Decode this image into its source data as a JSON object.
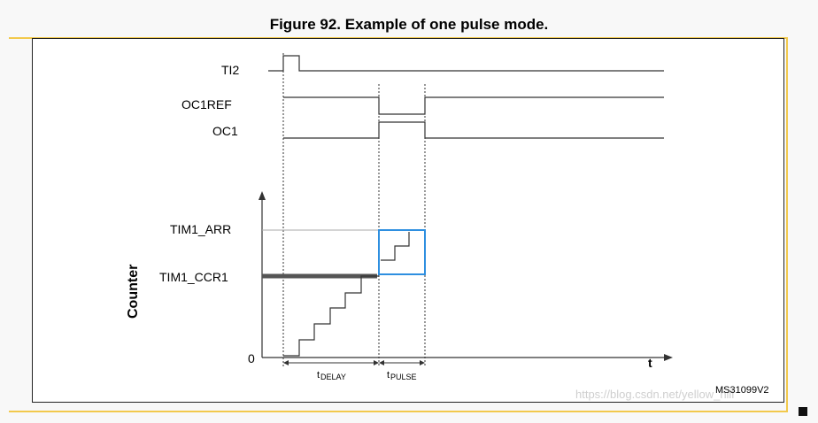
{
  "figure": {
    "title": "Figure 92. Example of one pulse mode."
  },
  "signals": {
    "ti2": "TI2",
    "oc1ref": "OC1REF",
    "oc1": "OC1"
  },
  "counter": {
    "axis_label": "Counter",
    "arr_label": "TIM1_ARR",
    "ccr1_label": "TIM1_CCR1",
    "zero_label": "0",
    "time_label": "t"
  },
  "intervals": {
    "delay_main": "t",
    "delay_sub": "DELAY",
    "pulse_main": "t",
    "pulse_sub": "PULSE"
  },
  "footer": {
    "code": "MS31099V2",
    "watermark": "https://blog.csdn.net/yellow_hill"
  },
  "colors": {
    "highlight": "#2e8fe0",
    "accent_line": "#f2c94c",
    "ccr1_bar": "#555555"
  }
}
